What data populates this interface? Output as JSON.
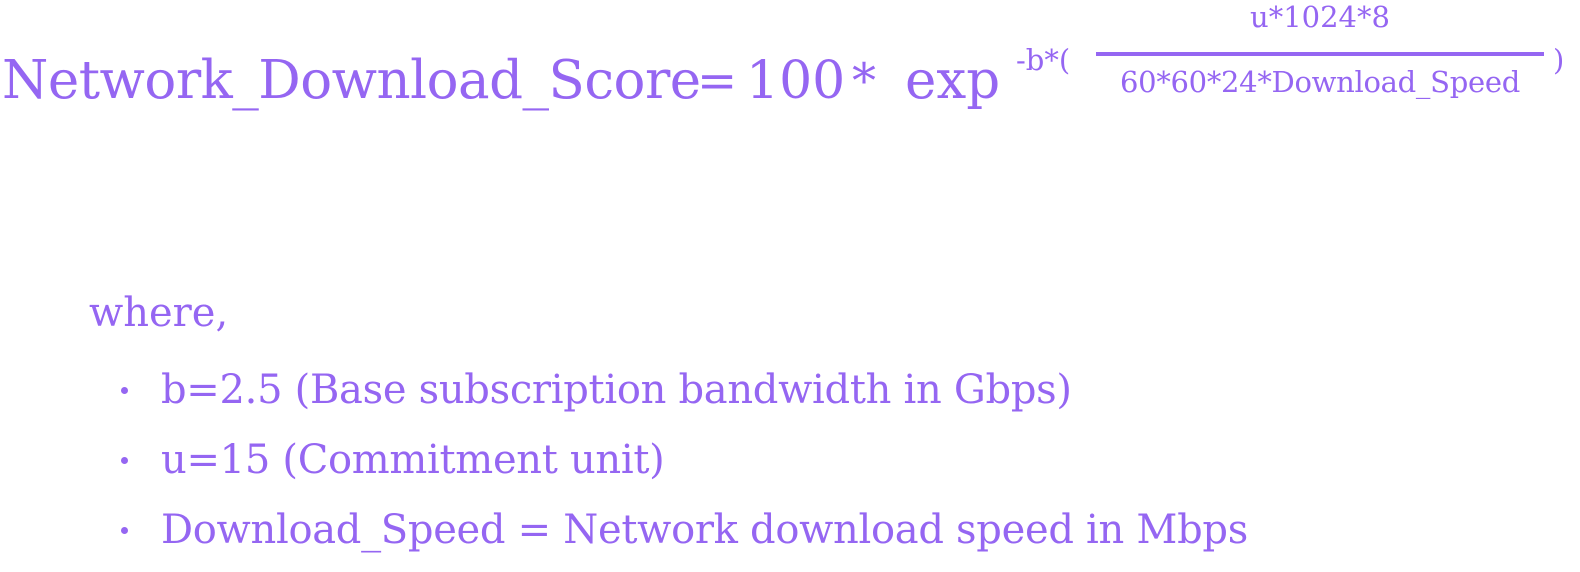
{
  "formula": {
    "lhs": "Network_Download_Score",
    "equals": "=",
    "coefficient": "100",
    "multiply": "*",
    "function": "exp",
    "exponent_prefix": "-b*(",
    "numerator": "u*1024*8",
    "denominator": "60*60*24*Download_Speed",
    "exponent_suffix": ")"
  },
  "where_label": "where,",
  "definitions": [
    {
      "text": "b=2.5 (Base subscription bandwidth in Gbps)"
    },
    {
      "text": "u=15 (Commitment unit)"
    },
    {
      "text": "Download_Speed = Network download speed in Mbps"
    }
  ],
  "colors": {
    "text": "#9566f2",
    "background": "#ffffff"
  }
}
